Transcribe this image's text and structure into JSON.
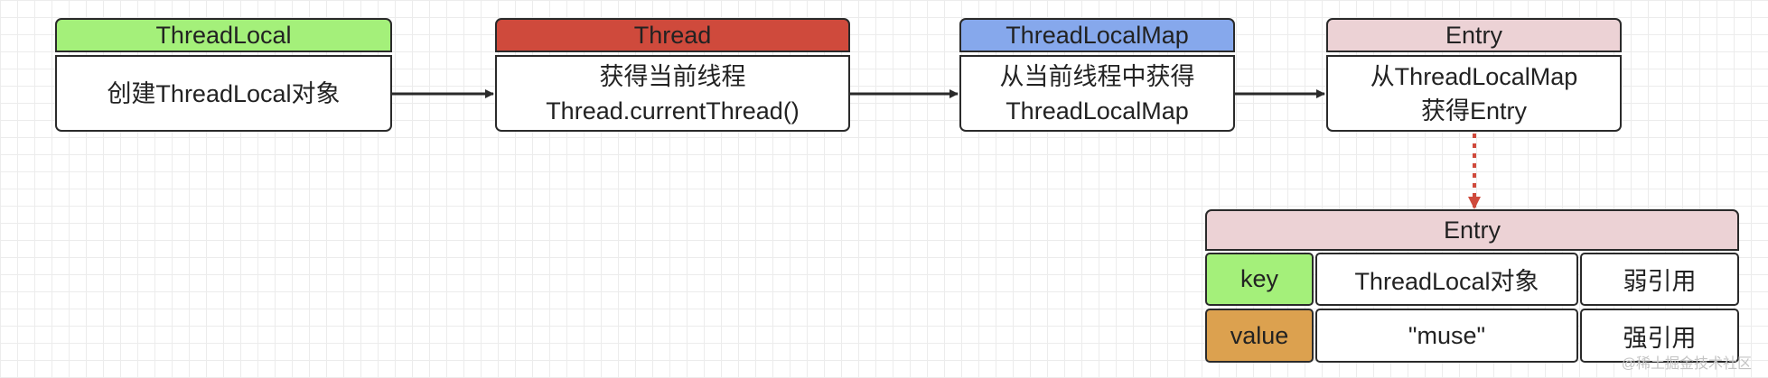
{
  "boxes": [
    {
      "title": "ThreadLocal",
      "title_color": "#a4f07a",
      "lines": [
        "创建ThreadLocal对象"
      ]
    },
    {
      "title": "Thread",
      "title_color": "#cf4a3c",
      "lines": [
        "获得当前线程",
        "Thread.currentThread()"
      ]
    },
    {
      "title": "ThreadLocalMap",
      "title_color": "#86a8ec",
      "lines": [
        "从当前线程中获得",
        "ThreadLocalMap"
      ]
    },
    {
      "title": "Entry",
      "title_color": "#ecd2d5",
      "lines": [
        "从ThreadLocalMap",
        "获得Entry"
      ]
    }
  ],
  "entry_table": {
    "title": "Entry",
    "title_color": "#ecd2d5",
    "rows": [
      {
        "name": "key",
        "name_color": "#a4f07a",
        "value": "ThreadLocal对象",
        "ref": "弱引用"
      },
      {
        "name": "value",
        "name_color": "#dca14f",
        "value": "\"muse\"",
        "ref": "强引用"
      }
    ]
  },
  "colors": {
    "arrow": "#2a2a2a",
    "dotted_arrow": "#cf4a3c"
  },
  "watermark": "@稀土掘金技术社区"
}
